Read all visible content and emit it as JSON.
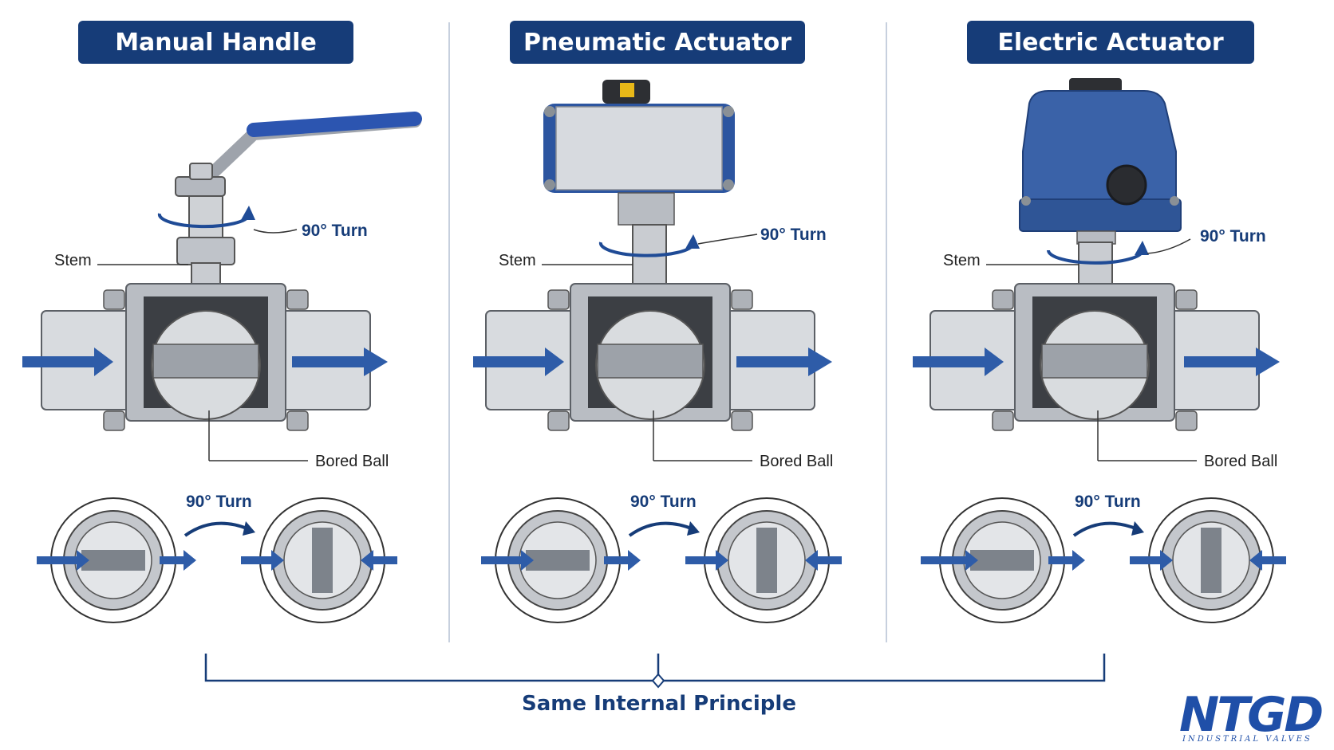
{
  "columns": [
    {
      "title": "Manual Handle",
      "actuator": "lever-handle",
      "stem_label": "Stem",
      "turn_label": "90° Turn",
      "ball_label": "Bored Ball",
      "inset_turn_label": "90° Turn"
    },
    {
      "title": "Pneumatic Actuator",
      "actuator": "pneumatic-actuator",
      "stem_label": "Stem",
      "turn_label": "90° Turn",
      "ball_label": "Bored Ball",
      "inset_turn_label": "90° Turn"
    },
    {
      "title": "Electric Actuator",
      "actuator": "electric-actuator",
      "stem_label": "Stem",
      "turn_label": "90° Turn",
      "ball_label": "Bored Ball",
      "inset_turn_label": "90° Turn"
    }
  ],
  "footer": {
    "bracket_label": "Same Internal Principle"
  },
  "logo": {
    "main": "NTGD",
    "sub": "INDUSTRIAL VALVES"
  },
  "colors": {
    "navy": "#163c78",
    "flow_arrow": "#2e5ca8",
    "steel": "#c9ccd1",
    "actuator_blue": "#3a62a8",
    "logo_blue": "#1f4fa8"
  }
}
